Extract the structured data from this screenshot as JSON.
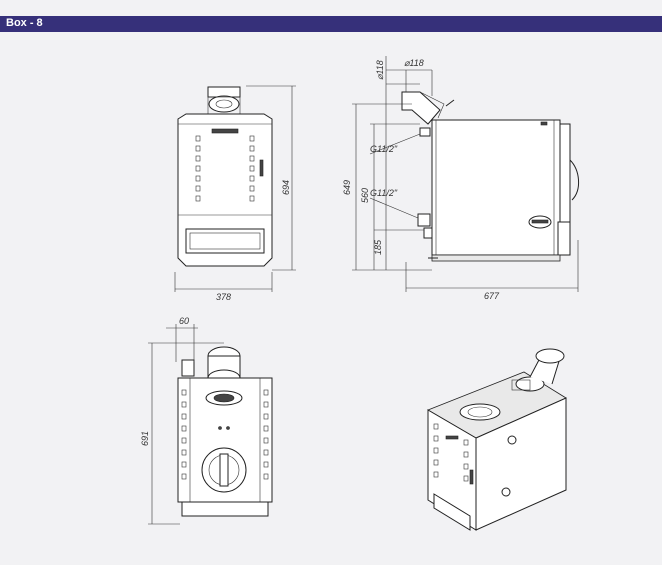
{
  "header": {
    "title": "Box - 8",
    "color": "#36307a"
  },
  "dimensions": {
    "front_height": "694",
    "front_width": "378",
    "side_dia_1": "⌀118",
    "side_dia_2": "⌀118",
    "thread_top": "G11/2\"",
    "thread_bottom": "G11/2\"",
    "side_h_total": "649",
    "side_h_upper": "560",
    "side_h_lower": "185",
    "side_depth": "677",
    "rear_offset": "60",
    "rear_height": "691"
  },
  "icons": [
    "front-view",
    "side-view",
    "rear-view",
    "isometric-view"
  ]
}
